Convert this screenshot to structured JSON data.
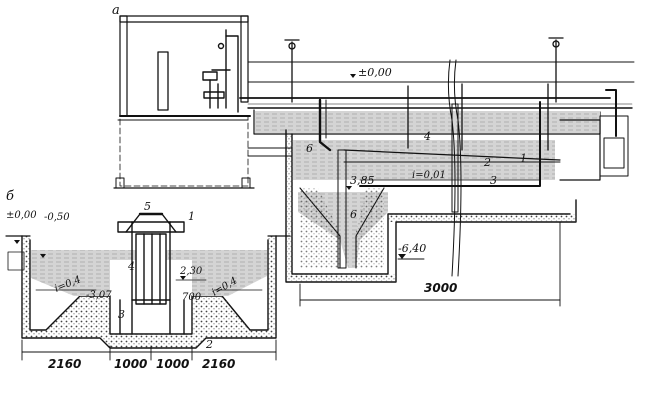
{
  "panels": {
    "a": {
      "letter": "а"
    },
    "b": {
      "letter": "б"
    }
  },
  "panel_a": {
    "level_top": "±0,00",
    "level_bottom": "-6,40",
    "level_mid": "3,85",
    "slope": "i=0,01",
    "length": "3000",
    "callouts": [
      "1",
      "2",
      "3",
      "4",
      "6",
      "6"
    ]
  },
  "panel_b": {
    "level_top": "±0,00",
    "level_water": "-0,50",
    "level_side": "-3,07",
    "slope_left": "i=0,4",
    "slope_right": "i=0,4",
    "depth": "2,30",
    "width_mid": "700",
    "callouts": [
      "1",
      "2",
      "3",
      "4",
      "5"
    ],
    "dims": [
      "2160",
      "1000",
      "1000",
      "2160"
    ]
  },
  "colors": {
    "ink": "#111111",
    "water": "#cfcfcf",
    "concrete": "#b5b5b5",
    "soil": "#8a8a8a"
  }
}
